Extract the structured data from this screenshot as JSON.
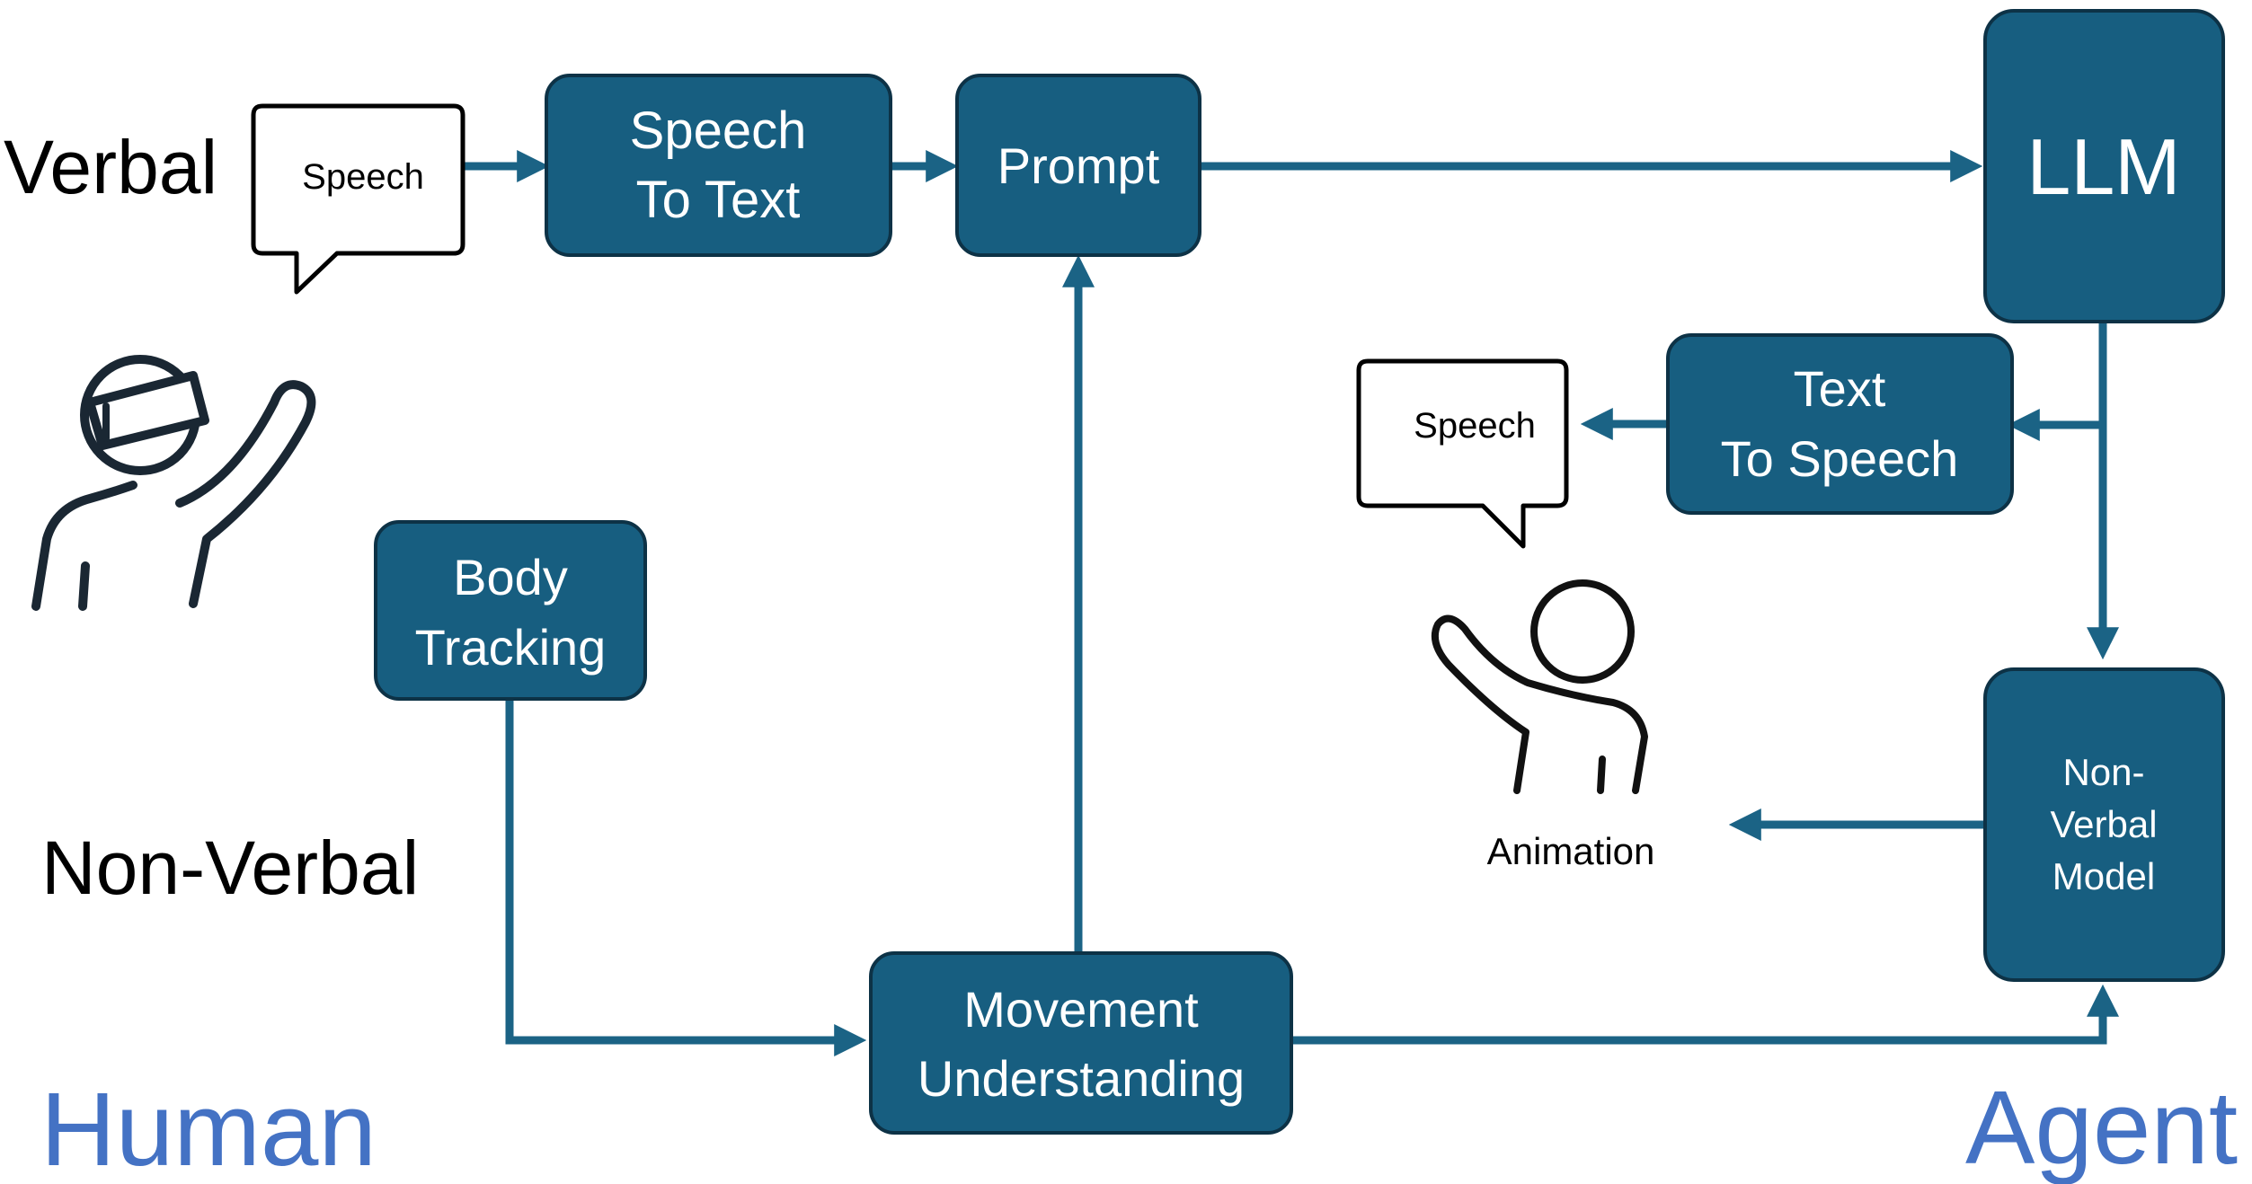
{
  "labels": {
    "verbal": "Verbal",
    "non_verbal": "Non-Verbal",
    "human": "Human",
    "agent": "Agent",
    "animation": "Animation"
  },
  "bubbles": {
    "human_speech": "Speech",
    "agent_speech": "Speech"
  },
  "boxes": {
    "speech_to_text": {
      "line1": "Speech",
      "line2": "To Text"
    },
    "prompt": "Prompt",
    "llm": "LLM",
    "text_to_speech": {
      "line1": "Text",
      "line2": "To Speech"
    },
    "body_tracking": {
      "line1": "Body",
      "line2": "Tracking"
    },
    "movement_understanding": {
      "line1": "Movement",
      "line2": "Understanding"
    },
    "non_verbal_model": {
      "line1": "Non-",
      "line2": "Verbal",
      "line3": "Model"
    }
  },
  "colors": {
    "box_fill": "#175E80",
    "box_border": "#0D3246",
    "arrow": "#1B6385",
    "section_title": "#4472C4",
    "text_dark": "#000000",
    "box_text": "#ffffff"
  },
  "icons": {
    "human": "vr-headset-person-waving-icon",
    "agent": "avatar-person-waving-icon"
  }
}
